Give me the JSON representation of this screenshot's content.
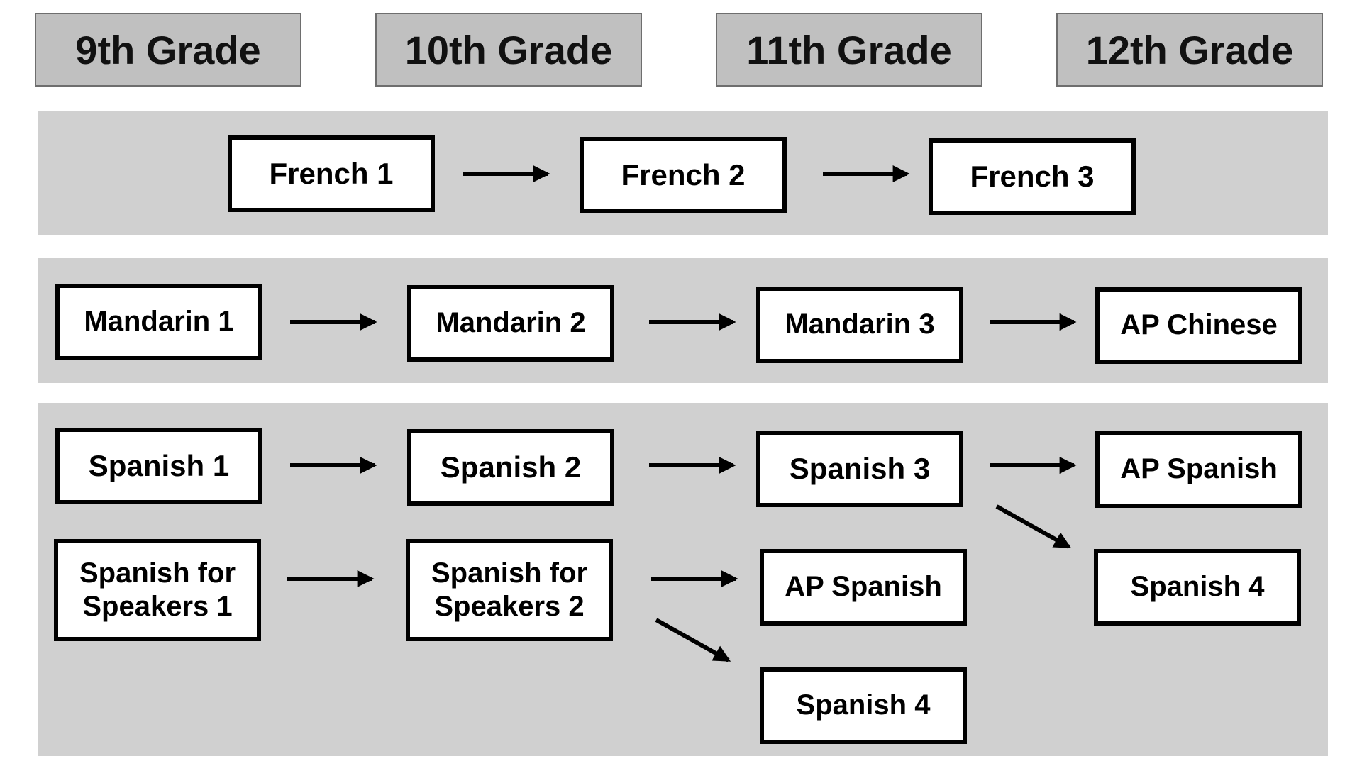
{
  "grades": [
    "9th Grade",
    "10th Grade",
    "11th Grade",
    "12th Grade"
  ],
  "french": {
    "course1": "French 1",
    "course2": "French 2",
    "course3": "French 3"
  },
  "mandarin": {
    "course1": "Mandarin 1",
    "course2": "Mandarin 2",
    "course3": "Mandarin 3",
    "course4": "AP Chinese"
  },
  "spanish": {
    "course1": "Spanish 1",
    "course2": "Spanish 2",
    "course3": "Spanish 3",
    "ap_12": "AP Spanish",
    "spanish4_12": "Spanish 4",
    "speakers1": "Spanish for Speakers 1",
    "speakers2": "Spanish for Speakers 2",
    "ap_11": "AP Spanish",
    "spanish4_11": "Spanish 4"
  },
  "colors": {
    "header_fill": "#c0c0c0",
    "band_fill": "#d0d0d0",
    "box_border": "#000000"
  }
}
